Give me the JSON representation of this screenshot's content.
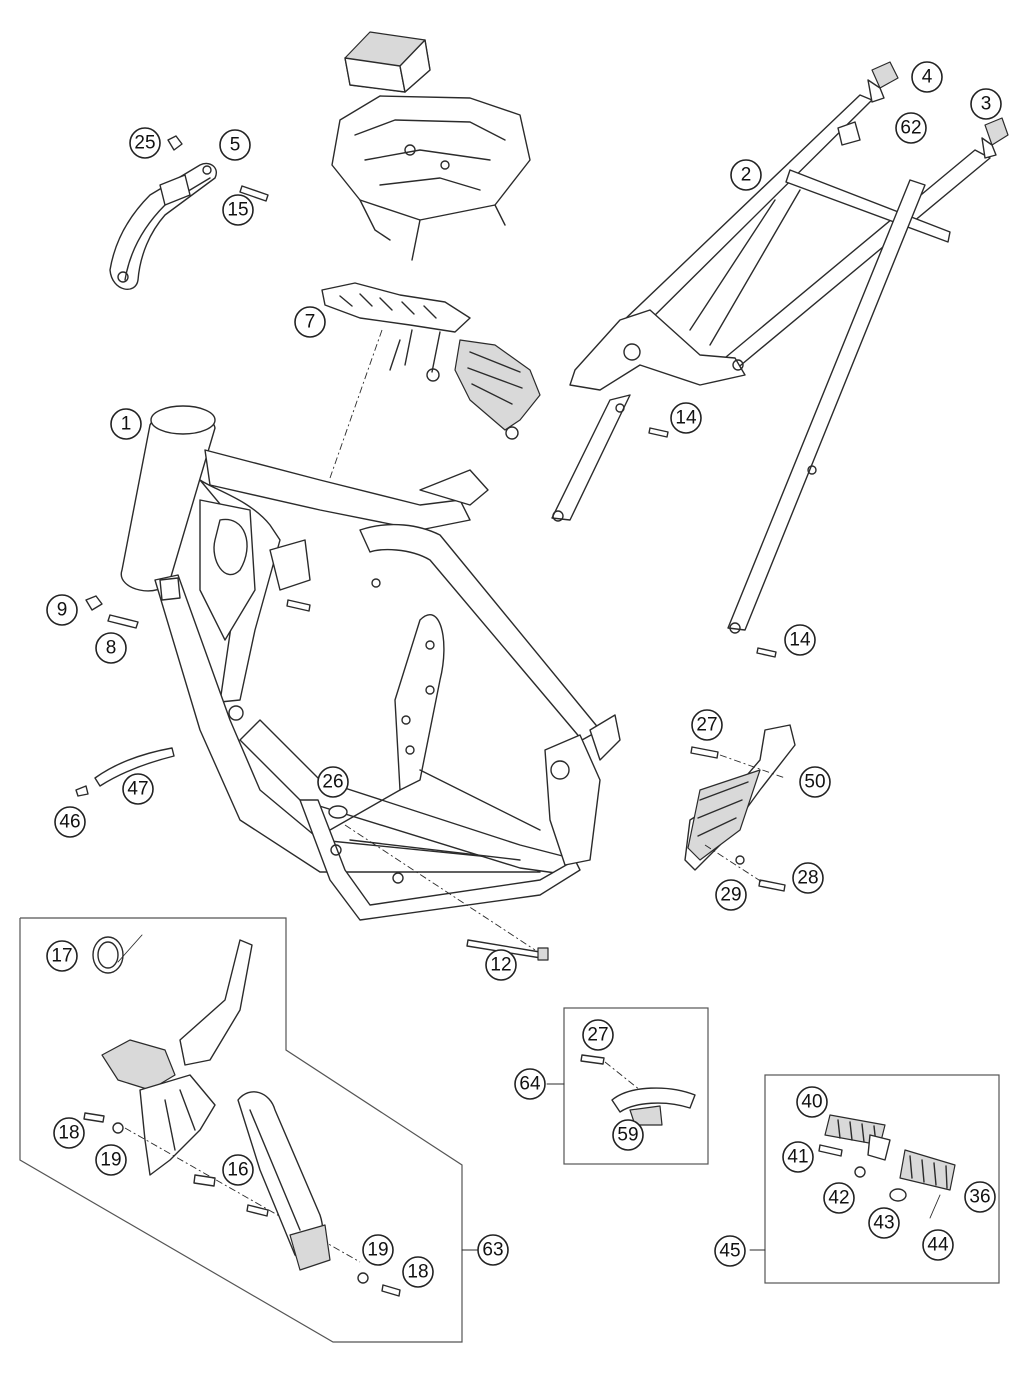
{
  "callouts": [
    {
      "id": "c1",
      "label": "1"
    },
    {
      "id": "c2",
      "label": "2"
    },
    {
      "id": "c3",
      "label": "3"
    },
    {
      "id": "c4",
      "label": "4"
    },
    {
      "id": "c5",
      "label": "5"
    },
    {
      "id": "c7",
      "label": "7"
    },
    {
      "id": "c8",
      "label": "8"
    },
    {
      "id": "c9",
      "label": "9"
    },
    {
      "id": "c12",
      "label": "12"
    },
    {
      "id": "c14a",
      "label": "14"
    },
    {
      "id": "c14b",
      "label": "14"
    },
    {
      "id": "c15",
      "label": "15"
    },
    {
      "id": "c16",
      "label": "16"
    },
    {
      "id": "c17",
      "label": "17"
    },
    {
      "id": "c18a",
      "label": "18"
    },
    {
      "id": "c18b",
      "label": "18"
    },
    {
      "id": "c19a",
      "label": "19"
    },
    {
      "id": "c19b",
      "label": "19"
    },
    {
      "id": "c25",
      "label": "25"
    },
    {
      "id": "c26",
      "label": "26"
    },
    {
      "id": "c27a",
      "label": "27"
    },
    {
      "id": "c27b",
      "label": "27"
    },
    {
      "id": "c28",
      "label": "28"
    },
    {
      "id": "c29",
      "label": "29"
    },
    {
      "id": "c36",
      "label": "36"
    },
    {
      "id": "c40",
      "label": "40"
    },
    {
      "id": "c41",
      "label": "41"
    },
    {
      "id": "c42",
      "label": "42"
    },
    {
      "id": "c43",
      "label": "43"
    },
    {
      "id": "c44",
      "label": "44"
    },
    {
      "id": "c45",
      "label": "45"
    },
    {
      "id": "c46",
      "label": "46"
    },
    {
      "id": "c47",
      "label": "47"
    },
    {
      "id": "c50",
      "label": "50"
    },
    {
      "id": "c59",
      "label": "59"
    },
    {
      "id": "c62",
      "label": "62"
    },
    {
      "id": "c63",
      "label": "63"
    },
    {
      "id": "c64",
      "label": "64"
    }
  ]
}
